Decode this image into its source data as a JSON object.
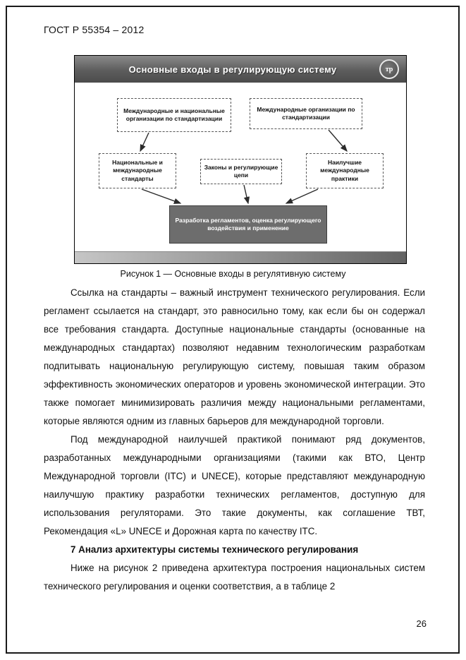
{
  "doc": {
    "header": "ГОСТ Р 55354 – 2012",
    "page_number": "26"
  },
  "figure": {
    "slide_title": "Основные входы в регулирующую систему",
    "logo_text": "тр",
    "boxes": {
      "top_left": "Международные и национальные организации по стандартизации",
      "top_right": "Международные организации по стандартизации",
      "mid_left": "Национальные и международные стандарты",
      "mid_center": "Законы и регулирующие цепи",
      "mid_right": "Наилучшие международные практики",
      "bottom": "Разработка регламентов, оценка регулирующего воздействия и применение"
    },
    "caption": "Рисунок 1 — Основные входы в регулятивную систему"
  },
  "body": {
    "p1": "Ссылка на стандарты – важный инструмент технического регулирования. Если регламент ссылается на стандарт, это равносильно тому, как если бы он содержал все требования стандарта. Доступные национальные стандарты (основанные на международных стандартах) позволяют недавним технологическим разработкам подпитывать национальную регулирующую систему, повышая таким образом эффективность экономических операторов и уровень экономической интеграции. Это также помогает минимизировать различия между национальными регламентами, которые являются одним из главных барьеров для международной торговли.",
    "p2": "Под международной наилучшей практикой понимают ряд документов, разработанных международными организациями (такими как ВТО, Центр Международной торговли (ITC) и UNECE), которые представляют международную наилучшую практику разработки технических регламентов, доступную для использования регуляторами. Это такие документы, как соглашение ТВТ, Рекомендация «L» UNECE и Дорожная карта по качеству ITC.",
    "heading": "7 Анализ архитектуры системы технического регулирования",
    "p3": "Ниже на рисунок 2 приведена архитектура построения национальных систем технического регулирования и оценки соответствия, а в таблице 2"
  },
  "colors": {
    "slide_titlebar": "#5d5d5d",
    "slide_bottom_box": "#6d6d6d",
    "slide_bottombar": "#9a9a9a",
    "text": "#111111"
  }
}
